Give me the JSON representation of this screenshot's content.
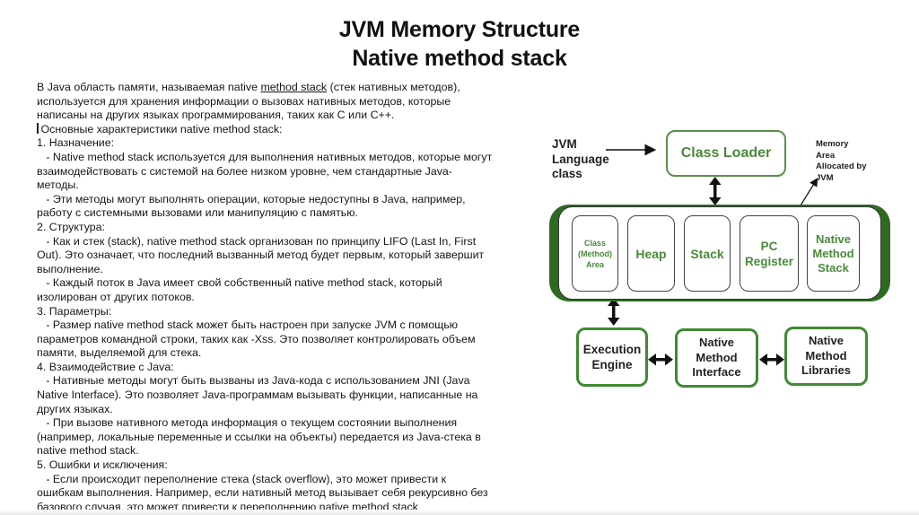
{
  "title": {
    "line1": "JVM Memory Structure",
    "line2": "Native method stack"
  },
  "body": {
    "intro": {
      "prefix": "В Java область памяти, называемая native ",
      "link": "method stack",
      "suffix": " (стек нативных методов),",
      "line2": "используется для хранения информации о вызовах нативных методов, которые",
      "line3": "написаны на других языках программирования, таких как C или C++."
    },
    "heading": "Основные характеристики native method stack:",
    "lines": [
      "1. Назначение:",
      "   - Native method stack используется для выполнения нативных методов, которые могут",
      "взаимодействовать с системой на более низком уровне, чем стандартные Java-",
      "методы.",
      "   - Эти методы могут выполнять операции, которые недоступны в Java, например,",
      "работу с системными вызовами или манипуляцию с памятью.",
      "2. Структура:",
      "   - Как и стек (stack), native method stack организован по принципу LIFO (Last In, First",
      "Out). Это означает, что последний вызванный метод будет первым, который завершит",
      "выполнение.",
      "   - Каждый поток в Java имеет свой собственный native method stack, который",
      "изолирован от других потоков.",
      "3. Параметры:",
      "   - Размер native method stack может быть настроен при запуске JVM с помощью",
      "параметров командной строки, таких как -Xss. Это позволяет контролировать объем",
      "памяти, выделяемой для стека.",
      "4. Взаимодействие с Java:",
      "   - Нативные методы могут быть вызваны из Java-кода с использованием JNI (Java",
      "Native Interface). Это позволяет Java-программам вызывать функции, написанные на",
      "других языках.",
      "   - При вызове нативного метода информация о текущем состоянии выполнения",
      "(например, локальные переменные и ссылки на объекты) передается из Java-стека в",
      "native method stack.",
      "5. Ошибки и исключения:",
      "   - Если происходит переполнение стека (stack overflow), это может привести к",
      "ошибкам выполнения. Например, если нативный метод вызывает себя рекурсивно без",
      "базового случая, это может привести к переполнению native method stack"
    ]
  },
  "diagram": {
    "jvm_language_class": [
      "JVM",
      "Language",
      "class"
    ],
    "class_loader": "Class Loader",
    "memory_note": [
      "Memory",
      "Area",
      "Allocated by",
      "JVM"
    ],
    "memory_areas": [
      {
        "lines": [
          "Class",
          "(Method)",
          "Area"
        ]
      },
      {
        "lines": [
          "Heap"
        ]
      },
      {
        "lines": [
          "Stack"
        ]
      },
      {
        "lines": [
          "PC",
          "Register"
        ]
      },
      {
        "lines": [
          "Native",
          "Method",
          "Stack"
        ]
      }
    ],
    "execution_engine": [
      "Execution",
      "Engine"
    ],
    "native_method_interface": [
      "Native",
      "Method",
      "Interface"
    ],
    "native_method_libraries": [
      "Native",
      "Method",
      "Libraries"
    ],
    "colors": {
      "green": "#4a8a3a",
      "dark_green": "#2e6b22",
      "arrow": "#111111"
    }
  }
}
